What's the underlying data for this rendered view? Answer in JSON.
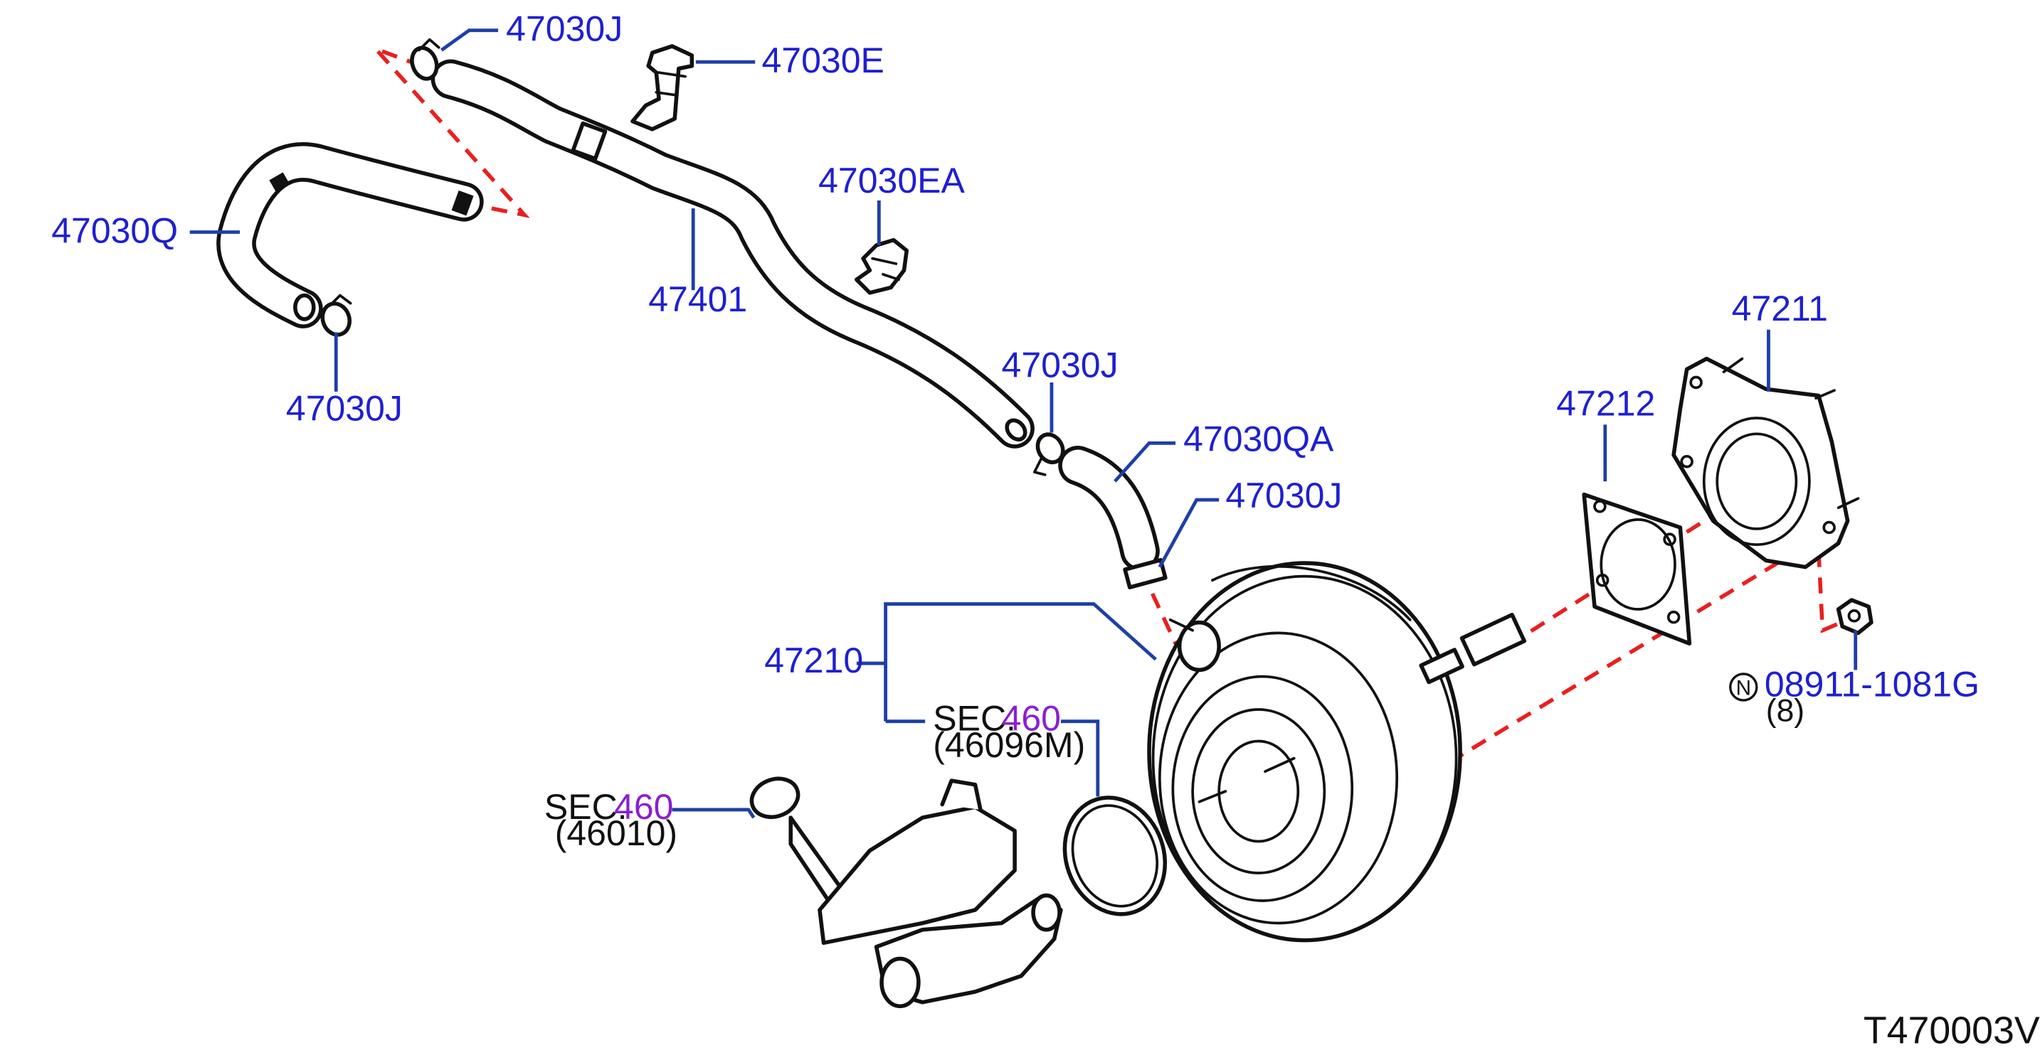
{
  "labels": {
    "clamp_top": "47030J",
    "clip_e": "47030E",
    "clip_ea": "47030EA",
    "hose_q": "47030Q",
    "clamp_q": "47030J",
    "hose_main": "47401",
    "clamp_mid": "47030J",
    "hose_qa": "47030QA",
    "clamp_valve": "47030J",
    "booster": "47210",
    "gasket": "47212",
    "bracket": "47211",
    "nut_part": "08911-1081G",
    "nut_qty": "(8)",
    "nut_symbol": "N",
    "sec1_prefix": "SEC.",
    "sec1_num": "460",
    "sec1_ref": "(46096M)",
    "sec2_prefix": "SEC.",
    "sec2_num": "460",
    "sec2_ref": "(46010)",
    "diagram_id": "T470003V"
  },
  "colors": {
    "label_blue": "#1f1fd0",
    "label_purple": "#8a1fd0",
    "leader": "#1f3fa8",
    "dashed_guide": "#e82020",
    "outline": "#111111"
  }
}
